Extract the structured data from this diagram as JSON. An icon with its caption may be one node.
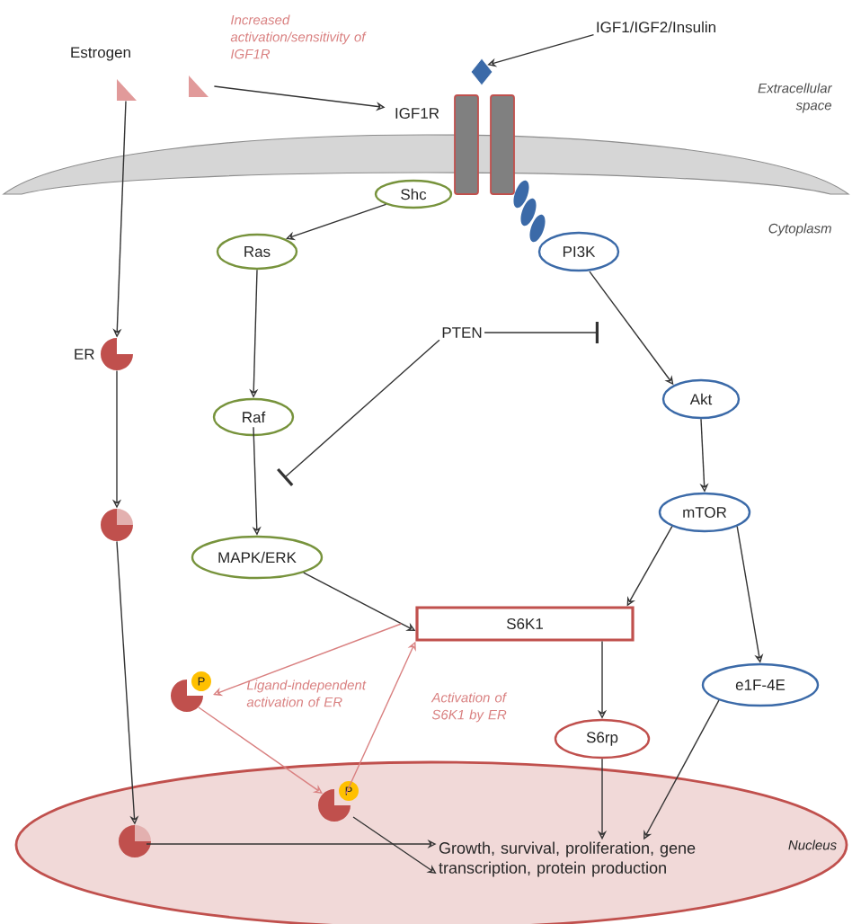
{
  "diagram": {
    "nodes": [
      {
        "text": [
          "Estrogen"
        ]
      },
      {
        "text": [],
        "shape": "triangle"
      },
      {
        "text": [],
        "shape": "triangle"
      },
      {
        "text": [
          "IGF1/IGF2/Insulin"
        ]
      },
      {
        "text": [],
        "shape": "diamond"
      },
      {
        "text": [
          "IGF1R"
        ]
      },
      {
        "text": [
          "Shc"
        ]
      },
      {
        "text": [
          "Ras"
        ]
      },
      {
        "text": [
          "PI3K"
        ]
      },
      {
        "text": [
          "PTEN"
        ]
      },
      {
        "text": [
          "Raf"
        ]
      },
      {
        "text": [
          "Akt"
        ]
      },
      {
        "text": [
          "mTOR"
        ]
      },
      {
        "text": [
          "MAPK/ERK"
        ]
      },
      {
        "text": [
          "S6K1"
        ]
      },
      {
        "text": [
          "e1F-4E"
        ]
      },
      {
        "text": [
          "S6rp"
        ]
      },
      {
        "text": [
          "ER"
        ]
      },
      {
        "text": [],
        "shape": "circle"
      },
      {
        "text": [
          "P"
        ]
      },
      {
        "text": [
          "Nucleus"
        ]
      },
      {
        "text": [
          "Growth, survival, proliferation, gene transcription, protein production"
        ],
        "in": 20
      },
      {
        "text": [
          "P"
        ],
        "in": 20
      },
      {
        "text": [],
        "shape": "circle",
        "in": 20
      }
    ],
    "edges": [
      {
        "from": 1,
        "to": 17,
        "arrow": "to"
      },
      {
        "from": 17,
        "to": 18,
        "arrow": "to"
      },
      {
        "from": 18,
        "to": 23,
        "arrow": "to"
      },
      {
        "from": 23,
        "to": 21,
        "arrow": "to"
      },
      {
        "from": 2,
        "to": 5,
        "arrow": "to"
      },
      {
        "from": 3,
        "to": 4,
        "arrow": "to"
      },
      {
        "from": 6,
        "to": 7,
        "arrow": "to"
      },
      {
        "from": 7,
        "to": 10,
        "arrow": "to"
      },
      {
        "from": 10,
        "to": 13,
        "arrow": "to"
      },
      {
        "from": 9,
        "to": null,
        "arrow": "other"
      },
      {
        "from": 9,
        "to": null,
        "arrow": "other"
      },
      {
        "from": 8,
        "to": 11,
        "arrow": "to"
      },
      {
        "from": 11,
        "to": 12,
        "arrow": "to"
      },
      {
        "from": 12,
        "to": 14,
        "arrow": "to"
      },
      {
        "from": 12,
        "to": 15,
        "arrow": "to"
      },
      {
        "from": 13,
        "to": 14,
        "arrow": "to"
      },
      {
        "from": 14,
        "to": 16,
        "arrow": "to"
      },
      {
        "from": 16,
        "to": 21,
        "arrow": "to"
      },
      {
        "from": 15,
        "to": 21,
        "arrow": "to"
      },
      {
        "from": 14,
        "to": 19,
        "arrow": "to",
        "color": "#d98080"
      },
      {
        "from": 19,
        "to": 22,
        "arrow": "to",
        "color": "#d98080"
      },
      {
        "from": 22,
        "to": 14,
        "arrow": "to",
        "color": "#d98080"
      },
      {
        "from": 22,
        "to": 21,
        "arrow": "to"
      }
    ],
    "labels": [
      "Increased activation/sensitivity of IGF1R",
      "Extracellular space",
      "Cytoplasm",
      "Ligand-independent activation of ER",
      "Activation of S6K1 by ER"
    ]
  }
}
